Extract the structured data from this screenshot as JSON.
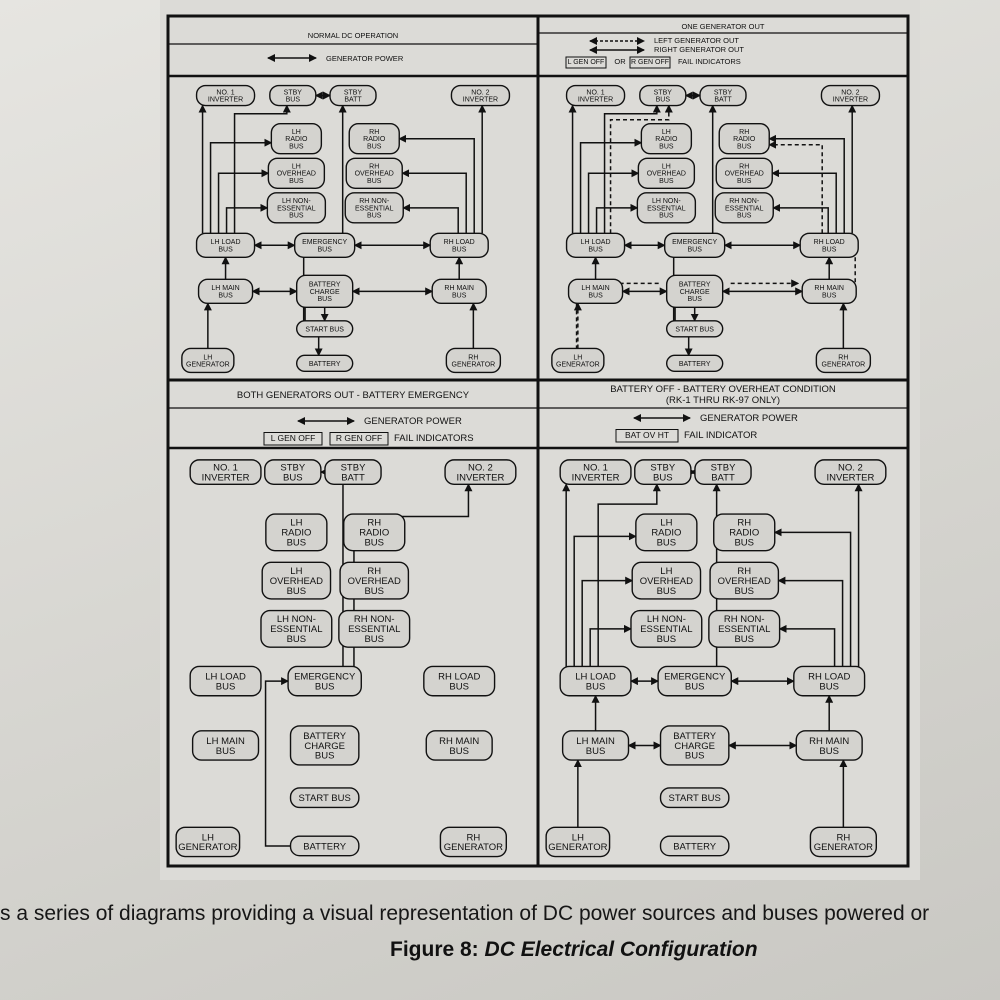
{
  "panels": {
    "normal": {
      "title": "NORMAL DC OPERATION",
      "legend_line1": "GENERATOR POWER",
      "nodes": {
        "inv1": [
          "NO. 1",
          "INVERTER"
        ],
        "stby_bus": [
          "STBY",
          "BUS"
        ],
        "stby_batt": [
          "STBY",
          "BATT"
        ],
        "inv2": [
          "NO. 2",
          "INVERTER"
        ],
        "lh_radio": [
          "LH",
          "RADIO",
          "BUS"
        ],
        "rh_radio": [
          "RH",
          "RADIO",
          "BUS"
        ],
        "lh_ovh": [
          "LH",
          "OVERHEAD",
          "BUS"
        ],
        "rh_ovh": [
          "RH",
          "OVERHEAD",
          "BUS"
        ],
        "lh_ne": [
          "LH NON-",
          "ESSENTIAL",
          "BUS"
        ],
        "rh_ne": [
          "RH NON-",
          "ESSENTIAL",
          "BUS"
        ],
        "lh_load": [
          "LH LOAD",
          "BUS"
        ],
        "emerg": [
          "EMERGENCY",
          "BUS"
        ],
        "rh_load": [
          "RH LOAD",
          "BUS"
        ],
        "lh_main": [
          "LH MAIN",
          "BUS"
        ],
        "batt_charge": [
          "BATTERY",
          "CHARGE",
          "BUS"
        ],
        "rh_main": [
          "RH MAIN",
          "BUS"
        ],
        "start": [
          "START BUS"
        ],
        "lh_gen": [
          "LH",
          "GENERATOR"
        ],
        "battery": [
          "BATTERY"
        ],
        "rh_gen": [
          "RH",
          "GENERATOR"
        ]
      }
    },
    "one_gen": {
      "title": "ONE GENERATOR OUT",
      "legend_left": "LEFT GENERATOR OUT",
      "legend_right": "RIGHT GENERATOR OUT",
      "ind_left": "L GEN OFF",
      "or_text": "OR",
      "ind_right": "R GEN OFF",
      "fail_text": "FAIL INDICATORS",
      "nodes": {
        "inv1": [
          "NO. 1",
          "INVERTER"
        ],
        "stby_bus": [
          "STBY",
          "BUS"
        ],
        "stby_batt": [
          "STBY",
          "BATT"
        ],
        "inv2": [
          "NO. 2",
          "INVERTER"
        ],
        "lh_radio": [
          "LH",
          "RADIO",
          "BUS"
        ],
        "rh_radio": [
          "RH",
          "RADIO",
          "BUS"
        ],
        "lh_ovh": [
          "LH",
          "OVERHEAD",
          "BUS"
        ],
        "rh_ovh": [
          "RH",
          "OVERHEAD",
          "BUS"
        ],
        "lh_ne": [
          "LH NON-",
          "ESSENTIAL",
          "BUS"
        ],
        "rh_ne": [
          "RH NON-",
          "ESSENTIAL",
          "BUS"
        ],
        "lh_load": [
          "LH LOAD",
          "BUS"
        ],
        "emerg": [
          "EMERGENCY",
          "BUS"
        ],
        "rh_load": [
          "RH LOAD",
          "BUS"
        ],
        "lh_main": [
          "LH MAIN",
          "BUS"
        ],
        "batt_charge": [
          "BATTERY",
          "CHARGE",
          "BUS"
        ],
        "rh_main": [
          "RH MAIN",
          "BUS"
        ],
        "start": [
          "START BUS"
        ],
        "lh_gen": [
          "LH",
          "GENERATOR"
        ],
        "battery": [
          "BATTERY"
        ],
        "rh_gen": [
          "RH",
          "GENERATOR"
        ]
      }
    },
    "both_out": {
      "title": "BOTH GENERATORS OUT - BATTERY EMERGENCY",
      "legend_line1": "GENERATOR POWER",
      "ind_left": "L GEN OFF",
      "ind_right": "R GEN OFF",
      "fail_text": "FAIL INDICATORS",
      "nodes": {
        "inv1": [
          "NO. 1",
          "INVERTER"
        ],
        "stby_bus": [
          "STBY",
          "BUS"
        ],
        "stby_batt": [
          "STBY",
          "BATT"
        ],
        "inv2": [
          "NO. 2",
          "INVERTER"
        ],
        "lh_radio": [
          "LH",
          "RADIO",
          "BUS"
        ],
        "rh_radio": [
          "RH",
          "RADIO",
          "BUS"
        ],
        "lh_ovh": [
          "LH",
          "OVERHEAD",
          "BUS"
        ],
        "rh_ovh": [
          "RH",
          "OVERHEAD",
          "BUS"
        ],
        "lh_ne": [
          "LH NON-",
          "ESSENTIAL",
          "BUS"
        ],
        "rh_ne": [
          "RH NON-",
          "ESSENTIAL",
          "BUS"
        ],
        "lh_load": [
          "LH LOAD",
          "BUS"
        ],
        "emerg": [
          "EMERGENCY",
          "BUS"
        ],
        "rh_load": [
          "RH LOAD",
          "BUS"
        ],
        "lh_main": [
          "LH MAIN",
          "BUS"
        ],
        "batt_charge": [
          "BATTERY",
          "CHARGE",
          "BUS"
        ],
        "rh_main": [
          "RH MAIN",
          "BUS"
        ],
        "start": [
          "START BUS"
        ],
        "lh_gen": [
          "LH",
          "GENERATOR"
        ],
        "battery": [
          "BATTERY"
        ],
        "rh_gen": [
          "RH",
          "GENERATOR"
        ]
      }
    },
    "batt_off": {
      "title_line1": "BATTERY OFF - BATTERY OVERHEAT CONDITION",
      "title_line2": "(RK-1 THRU RK-97 ONLY)",
      "legend_line1": "GENERATOR POWER",
      "ind": "BAT OV HT",
      "fail_text": "FAIL INDICATOR",
      "nodes": {
        "inv1": [
          "NO. 1",
          "INVERTER"
        ],
        "stby_bus": [
          "STBY",
          "BUS"
        ],
        "stby_batt": [
          "STBY",
          "BATT"
        ],
        "inv2": [
          "NO. 2",
          "INVERTER"
        ],
        "lh_radio": [
          "LH",
          "RADIO",
          "BUS"
        ],
        "rh_radio": [
          "RH",
          "RADIO",
          "BUS"
        ],
        "lh_ovh": [
          "LH",
          "OVERHEAD",
          "BUS"
        ],
        "rh_ovh": [
          "RH",
          "OVERHEAD",
          "BUS"
        ],
        "lh_ne": [
          "LH NON-",
          "ESSENTIAL",
          "BUS"
        ],
        "rh_ne": [
          "RH NON-",
          "ESSENTIAL",
          "BUS"
        ],
        "lh_load": [
          "LH LOAD",
          "BUS"
        ],
        "emerg": [
          "EMERGENCY",
          "BUS"
        ],
        "rh_load": [
          "RH LOAD",
          "BUS"
        ],
        "lh_main": [
          "LH MAIN",
          "BUS"
        ],
        "batt_charge": [
          "BATTERY",
          "CHARGE",
          "BUS"
        ],
        "rh_main": [
          "RH MAIN",
          "BUS"
        ],
        "start": [
          "START BUS"
        ],
        "lh_gen": [
          "LH",
          "GENERATOR"
        ],
        "battery": [
          "BATTERY"
        ],
        "rh_gen": [
          "RH",
          "GENERATOR"
        ]
      }
    }
  },
  "caption": "s a series of diagrams providing a visual representation of DC power sources and buses powered or",
  "figure_label": "Figure 8:",
  "figure_title": "DC Electrical Configuration"
}
